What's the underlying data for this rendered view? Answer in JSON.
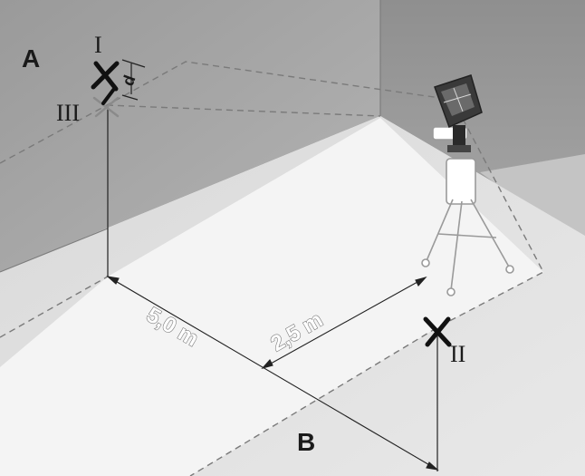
{
  "labels": {
    "wall_a": "A",
    "wall_b": "B",
    "mark_1": "I",
    "mark_2": "II",
    "mark_3": "III",
    "offset_d": "d"
  },
  "dimensions": {
    "distance_long": "5,0 m",
    "distance_short": "2,5 m"
  },
  "icons": {
    "laser_device": "cross-line-laser-icon",
    "tripod": "tripod-icon"
  },
  "colors": {
    "wall_dark": "#9b9b9b",
    "wall_mid": "#b9b9b9",
    "floor": "#e3e3e3",
    "floor_light": "#f3f3f3",
    "marks": "#111111"
  }
}
